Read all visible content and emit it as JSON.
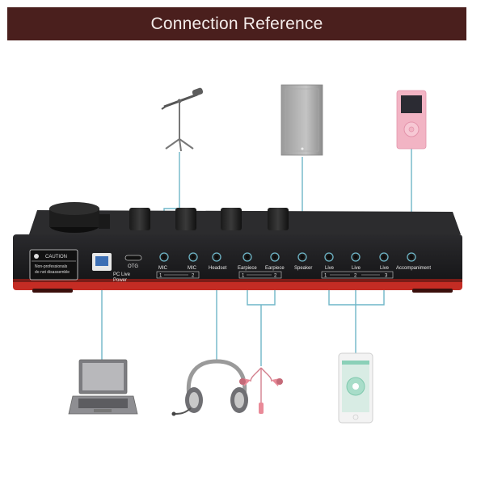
{
  "header": {
    "title": "Connection Reference"
  },
  "caution_label": {
    "heading": "CAUTION",
    "line1": "Non-professionals",
    "line2": "do not disassemble"
  },
  "ports": {
    "usb_label_1": "PC Live",
    "usb_label_2": "Power",
    "otg": "OTG",
    "mic1": "MIC",
    "mic2": "MIC",
    "headset": "Headset",
    "earpiece1": "Earpiece",
    "earpiece2": "Earpiece",
    "speaker": "Speaker",
    "live1": "Live",
    "live2": "Live",
    "live3": "Live",
    "accompaniment": "Accompaniment"
  },
  "numbers": {
    "mic_1": "1",
    "mic_2": "2",
    "ear_1": "1",
    "ear_2": "2",
    "live_1": "1",
    "live_2": "2",
    "live_3": "3"
  },
  "devices": {
    "microphone": "microphone-icon",
    "speaker": "speaker-icon",
    "music_player": "mp3-player-icon",
    "laptop": "laptop-icon",
    "headphones": "headphones-icon",
    "earphones": "earphones-icon",
    "smartphone": "smartphone-icon"
  },
  "colors": {
    "header_bg": "#4a1f1d",
    "connector_line": "#6fb6c8",
    "device_body": "#1a1a1c",
    "accent_red": "#c42c24"
  }
}
